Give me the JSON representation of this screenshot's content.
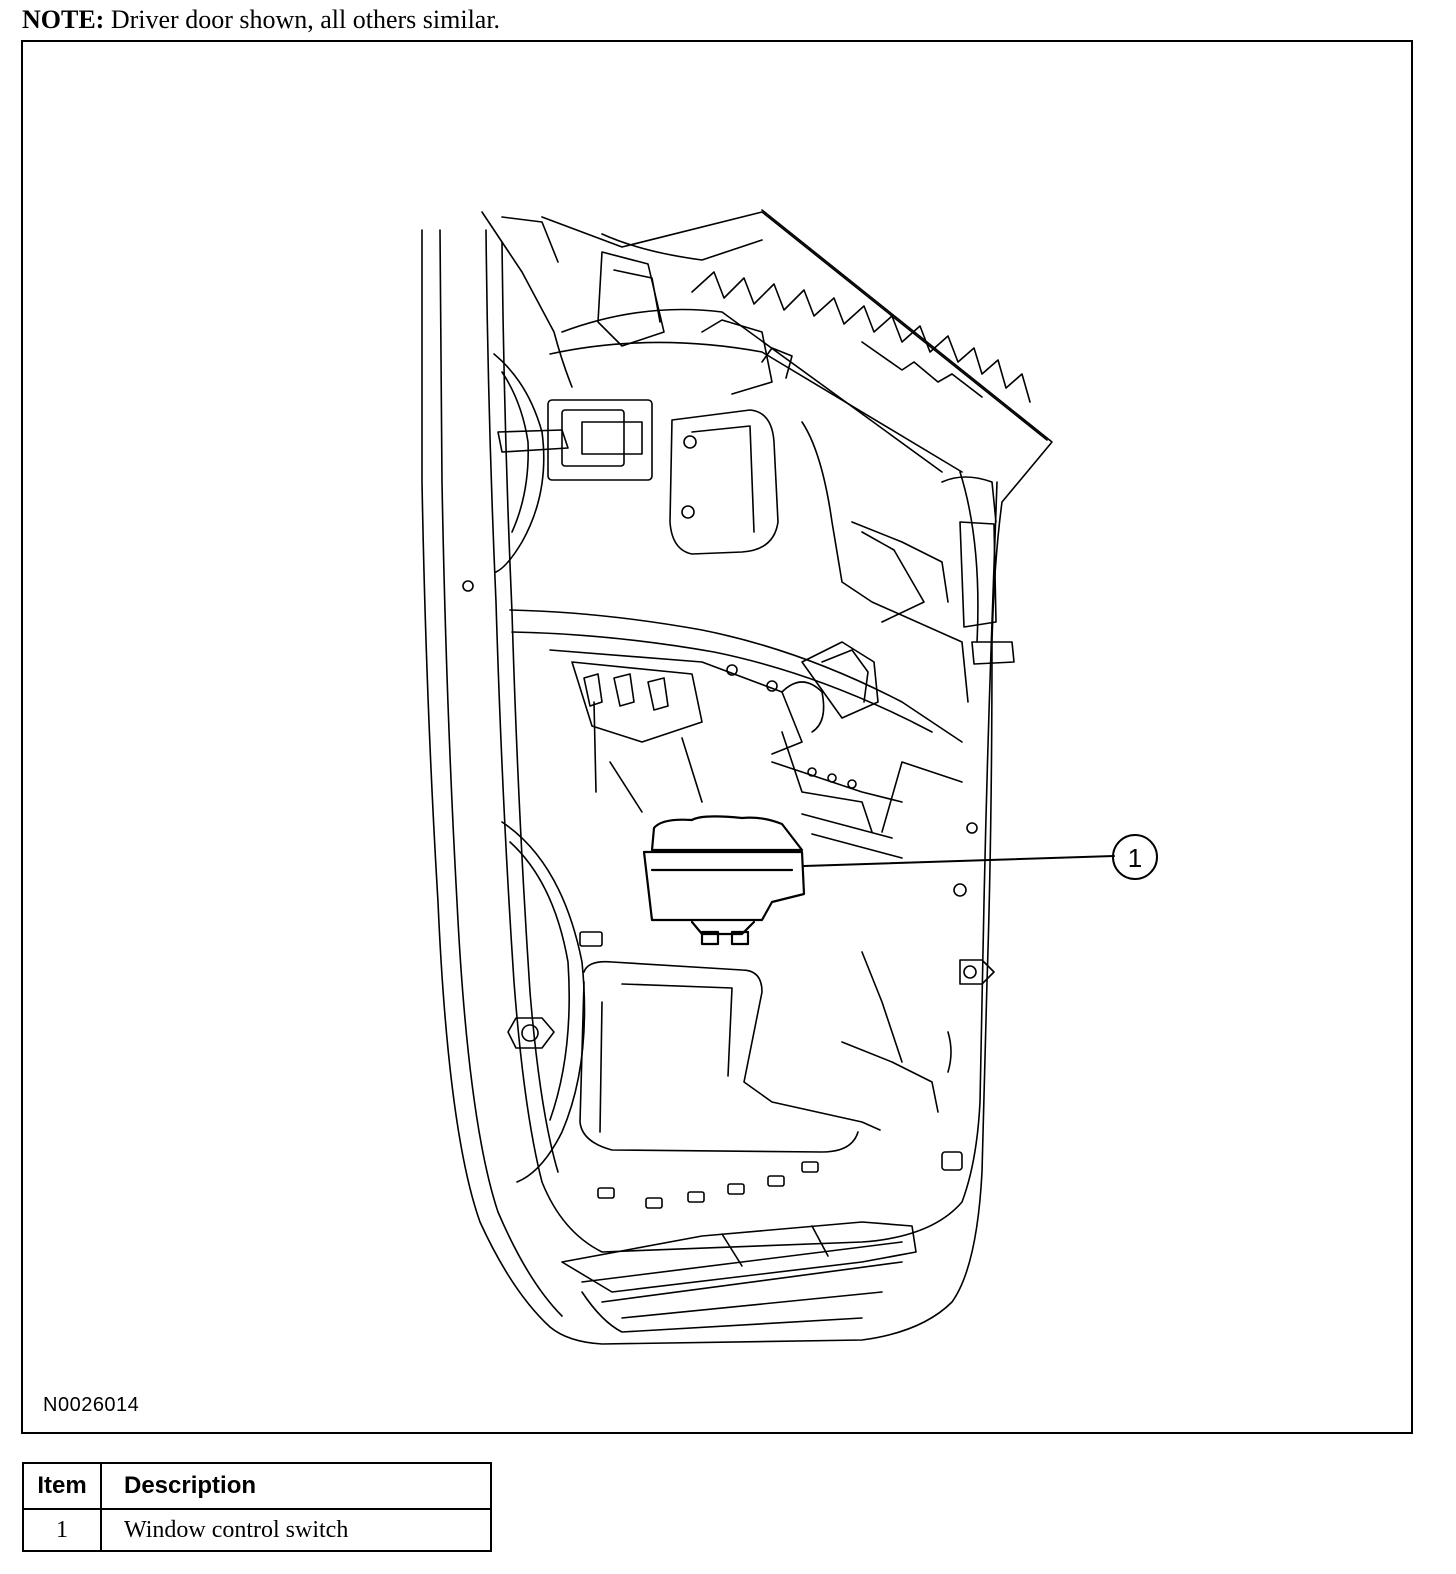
{
  "note": {
    "label": "NOTE:",
    "text": "Driver door shown, all others similar."
  },
  "figure": {
    "id": "N0026014",
    "callouts": [
      {
        "number": "1",
        "item": "Window control switch"
      }
    ]
  },
  "legend": {
    "headers": {
      "item": "Item",
      "description": "Description"
    },
    "rows": [
      {
        "item": "1",
        "description": "Window control switch"
      }
    ]
  }
}
